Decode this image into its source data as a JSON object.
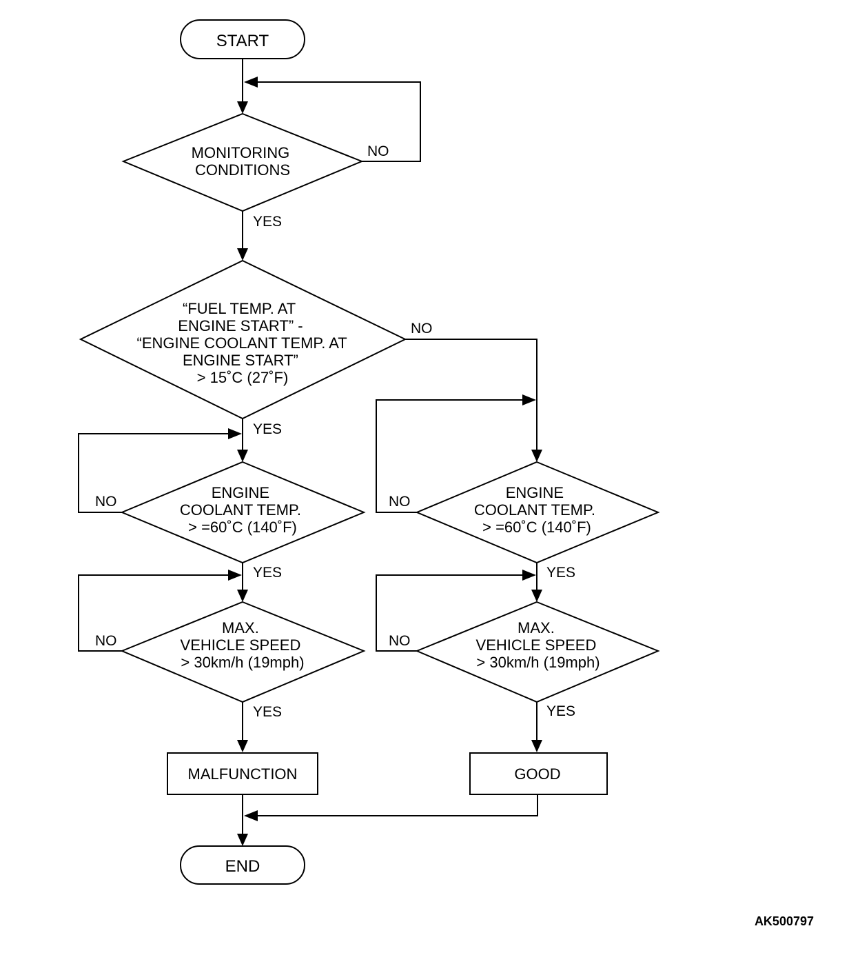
{
  "nodes": {
    "start": "START",
    "monitoring": [
      "MONITORING",
      "CONDITIONS"
    ],
    "fuel_temp": [
      "“FUEL TEMP. AT",
      "ENGINE START” -",
      "“ENGINE COOLANT TEMP. AT",
      "ENGINE START”",
      "> 15˚C (27˚F)"
    ],
    "coolant_left": [
      "ENGINE",
      "COOLANT TEMP.",
      "> =60˚C (140˚F)"
    ],
    "coolant_right": [
      "ENGINE",
      "COOLANT TEMP.",
      "> =60˚C (140˚F)"
    ],
    "speed_left": [
      "MAX.",
      "VEHICLE SPEED",
      "> 30km/h (19mph)"
    ],
    "speed_right": [
      "MAX.",
      "VEHICLE SPEED",
      "> 30km/h (19mph)"
    ],
    "malfunction": "MALFUNCTION",
    "good": "GOOD",
    "end": "END"
  },
  "edge_labels": {
    "monitoring_no": "NO",
    "monitoring_yes": "YES",
    "fuel_temp_no": "NO",
    "fuel_temp_yes": "YES",
    "coolant_left_no": "NO",
    "coolant_left_yes": "YES",
    "coolant_right_no": "NO",
    "coolant_right_yes": "YES",
    "speed_left_no": "NO",
    "speed_left_yes": "YES",
    "speed_right_no": "NO",
    "speed_right_yes": "YES"
  },
  "reference_code": "AK500797"
}
